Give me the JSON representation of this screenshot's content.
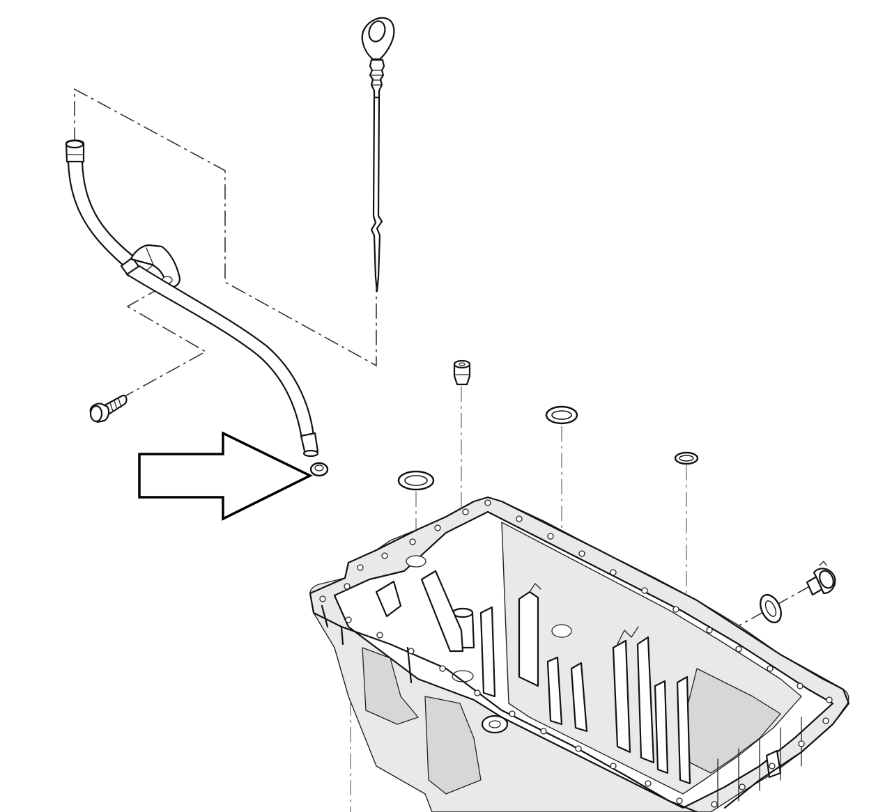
{
  "diagram": {
    "type": "exploded-parts-view",
    "components": [
      {
        "id": "dipstick",
        "name": "dipstick-icon"
      },
      {
        "id": "dipstick-tube",
        "name": "dipstick-tube-icon"
      },
      {
        "id": "tube-bolt",
        "name": "bolt-icon"
      },
      {
        "id": "tube-o-ring",
        "name": "o-ring-icon"
      },
      {
        "id": "oil-pan",
        "name": "oil-pan-icon"
      },
      {
        "id": "drain-plug",
        "name": "drain-plug-icon"
      },
      {
        "id": "sealing-washer",
        "name": "sealing-washer-icon"
      },
      {
        "id": "gaskets",
        "name": "gasket-ring-icon"
      },
      {
        "id": "pan-plug",
        "name": "pan-plug-icon"
      }
    ],
    "highlight": {
      "shape": "arrow",
      "direction": "right",
      "target": "tube-o-ring"
    },
    "colors": {
      "line": "#111111",
      "leader": "#333333",
      "shade": "#e9e9e9",
      "background": "#ffffff"
    }
  }
}
